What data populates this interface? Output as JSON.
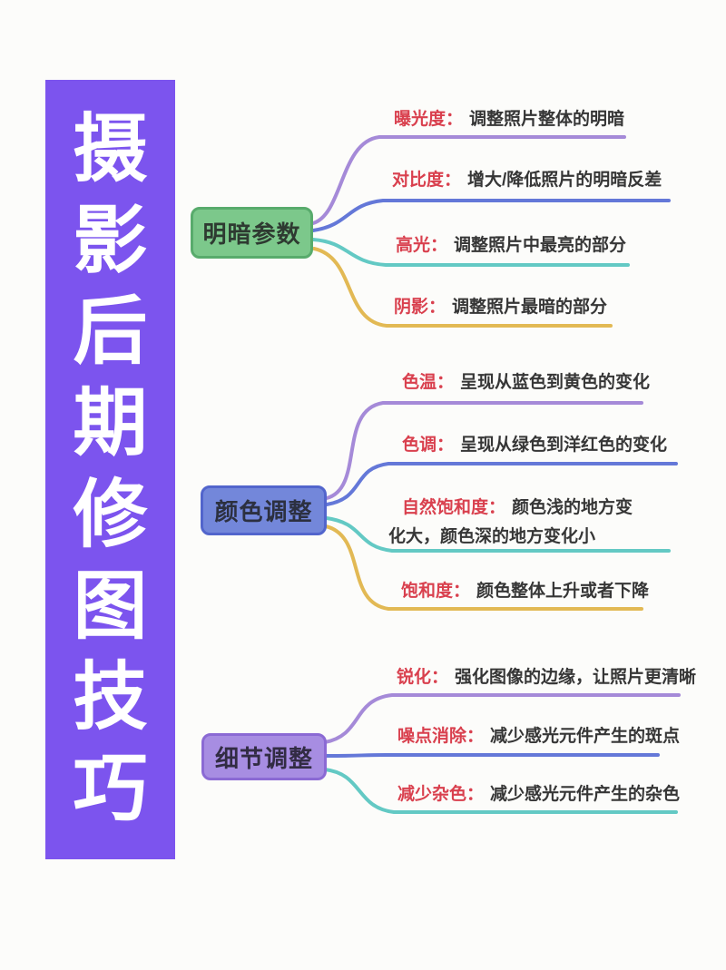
{
  "page": {
    "background": "#fcfcfa"
  },
  "banner": {
    "title": "摄影后期修图技巧",
    "chars": [
      "摄",
      "影",
      "后",
      "期",
      "修",
      "图",
      "技",
      "巧"
    ],
    "bg_color": "#7c54ee",
    "text_color": "#ffffff"
  },
  "palette": {
    "term_red": "#d9404e",
    "desc_dark": "#363636",
    "curve_purple": "#a58ad8",
    "curve_blue": "#6478d8",
    "curve_teal": "#63c9c4",
    "curve_gold": "#e2b954"
  },
  "branches": [
    {
      "label": "明暗参数",
      "fill": "#7cc88b",
      "border": "#58ab6c",
      "items": [
        {
          "term": "曝光度：",
          "desc": "调整照片整体的明暗",
          "line_color": "#a58ad8"
        },
        {
          "term": "对比度：",
          "desc": "增大/降低照片的明暗反差",
          "line_color": "#6478d8"
        },
        {
          "term": "高光：",
          "desc": "调整照片中最亮的部分",
          "line_color": "#63c9c4"
        },
        {
          "term": "阴影：",
          "desc": "调整照片最暗的部分",
          "line_color": "#e2b954"
        }
      ]
    },
    {
      "label": "颜色调整",
      "fill": "#7387da",
      "border": "#5265cc",
      "items": [
        {
          "term": "色温：",
          "desc": "呈现从蓝色到黄色的变化",
          "line_color": "#a58ad8"
        },
        {
          "term": "色调：",
          "desc": "呈现从绿色到洋红色的变化",
          "line_color": "#6478d8"
        },
        {
          "term": "自然饱和度：",
          "desc": "颜色浅的地方变化大，颜色深的地方变化小",
          "line_color": "#63c9c4"
        },
        {
          "term": "饱和度：",
          "desc": "颜色整体上升或者下降",
          "line_color": "#e2b954"
        }
      ]
    },
    {
      "label": "细节调整",
      "fill": "#a78de2",
      "border": "#8b6ad4",
      "items": [
        {
          "term": "锐化：",
          "desc": "强化图像的边缘，让照片更清晰",
          "line_color": "#a58ad8"
        },
        {
          "term": "噪点消除：",
          "desc": "减少感光元件产生的斑点",
          "line_color": "#6478d8"
        },
        {
          "term": "减少杂色：",
          "desc": "减少感光元件产生的杂色",
          "line_color": "#63c9c4"
        }
      ]
    }
  ]
}
